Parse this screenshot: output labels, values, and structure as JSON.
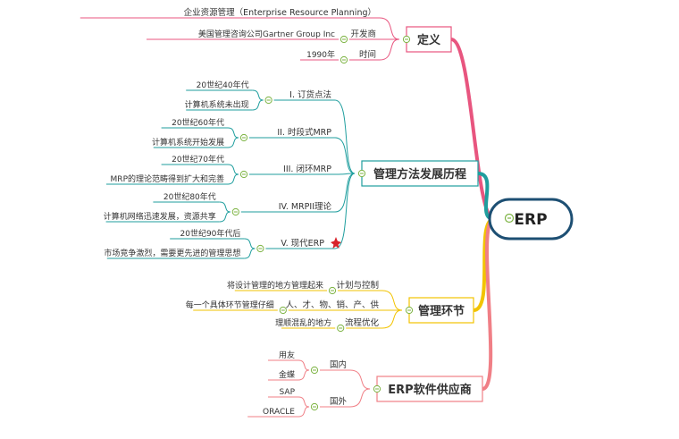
{
  "root": {
    "label": "ERP"
  },
  "branches": [
    {
      "label": "定义",
      "color": "#e8557f",
      "children": [
        {
          "label": "企业资源管理（Enterprise Resource Planning）"
        },
        {
          "label": "开发商",
          "sub": "美国管理咨询公司Gartner Group Inc"
        },
        {
          "label": "时间",
          "sub": "1990年"
        }
      ]
    },
    {
      "label": "管理方法发展历程",
      "color": "#1f9e9e",
      "children": [
        {
          "label": "I. 订货点法",
          "items": [
            "20世纪40年代",
            "计算机系统未出现"
          ]
        },
        {
          "label": "II. 时段式MRP",
          "items": [
            "20世纪60年代",
            "计算机系统开始发展"
          ]
        },
        {
          "label": "III. 闭环MRP",
          "items": [
            "20世纪70年代",
            "MRP的理论范畴得到扩大和完善"
          ]
        },
        {
          "label": "IV. MRPII理论",
          "items": [
            "20世纪80年代",
            "计算机网络迅速发展，资源共享"
          ]
        },
        {
          "label": "V. 现代ERP",
          "items": [
            "20世纪90年代后",
            "市场竞争激烈，需要更先进的管理思想"
          ],
          "flag": "star"
        }
      ]
    },
    {
      "label": "管理环节",
      "color": "#f2c300",
      "children": [
        {
          "label": "计划与控制",
          "sub": "将设计管理的地方管理起来"
        },
        {
          "label": "人、才、物、销、产、供",
          "sub": "每一个具体环节管理仔细"
        },
        {
          "label": "流程优化",
          "sub": "理顺混乱的地方"
        }
      ]
    },
    {
      "label": "ERP软件供应商",
      "color": "#f07f86",
      "children": [
        {
          "label": "国内",
          "items": [
            "用友",
            "金蝶"
          ]
        },
        {
          "label": "国外",
          "items": [
            "SAP",
            "ORACLE"
          ]
        }
      ]
    }
  ]
}
